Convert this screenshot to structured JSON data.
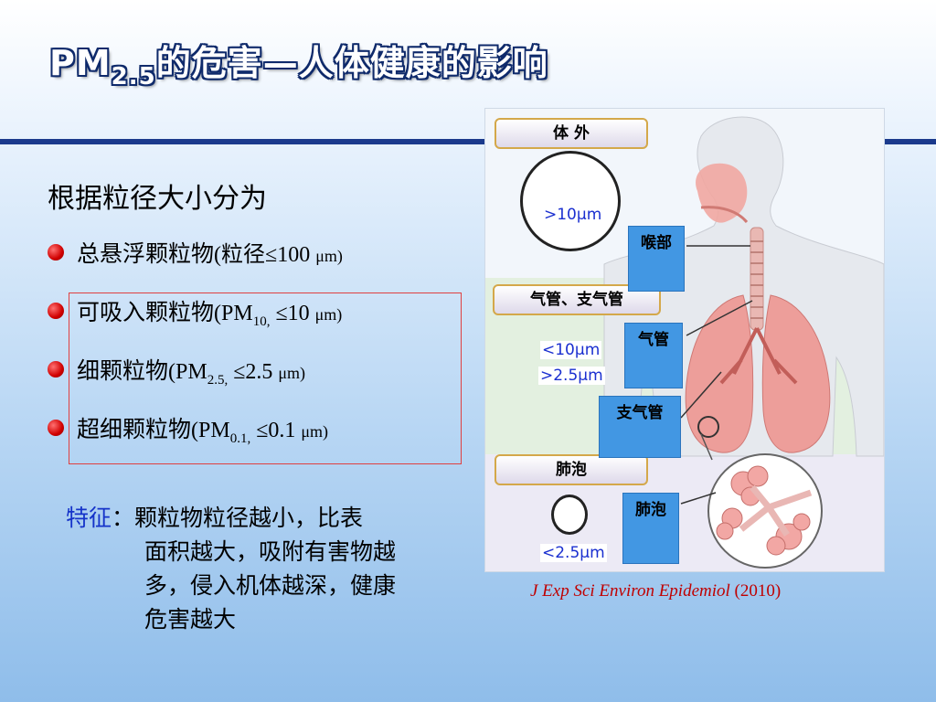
{
  "title": {
    "main_prefix": "PM",
    "sub": "2.5",
    "main_suffix": "的危害—人体健康的影响"
  },
  "left": {
    "heading": "根据粒径大小分为",
    "bullets": [
      {
        "cn": "总悬浮颗粒物",
        "paren_open": "(粒径",
        "value": "≤100 ",
        "unit": "μm)"
      },
      {
        "cn": "可吸入颗粒物",
        "paren_open": "(PM",
        "subscript": "10,",
        "value": " ≤10 ",
        "unit": "μm)"
      },
      {
        "cn": "细颗粒物",
        "paren_open": "(PM",
        "subscript": "2.5,",
        "value": " ≤2.5 ",
        "unit": "μm)"
      },
      {
        "cn": "超细颗粒物",
        "paren_open": "(PM",
        "subscript": "0.1,",
        "value": " ≤0.1 ",
        "unit": "μm)"
      }
    ],
    "feature": {
      "label": "特征",
      "lines": [
        "：颗粒物粒径越小，比表",
        "面积越大，吸附有害物越",
        "多，侵入机体越深，健康",
        "危害越大"
      ]
    }
  },
  "figure": {
    "zone_labels": {
      "outside": "体  外",
      "trachea": "气管、支气管",
      "alveoli": "肺泡"
    },
    "size_labels": {
      "gt10": ">10μm",
      "lt10": "<10μm",
      "gt2_5": ">2.5μm",
      "lt2_5": "<2.5μm"
    },
    "tags": {
      "throat": "喉部",
      "trachea": "气管",
      "bronchus": "支气管",
      "alveolus": "肺泡"
    }
  },
  "citation": {
    "journal": "J  Exp Sci  Environ Epidemiol",
    "year": " (2010)"
  },
  "colors": {
    "title_outline": "#0f2a6b",
    "rule": "#1b3a8c",
    "bullet": "#d00000",
    "feature_label": "#1533c9",
    "citation": "#c00000",
    "tag": "#4297e3"
  }
}
